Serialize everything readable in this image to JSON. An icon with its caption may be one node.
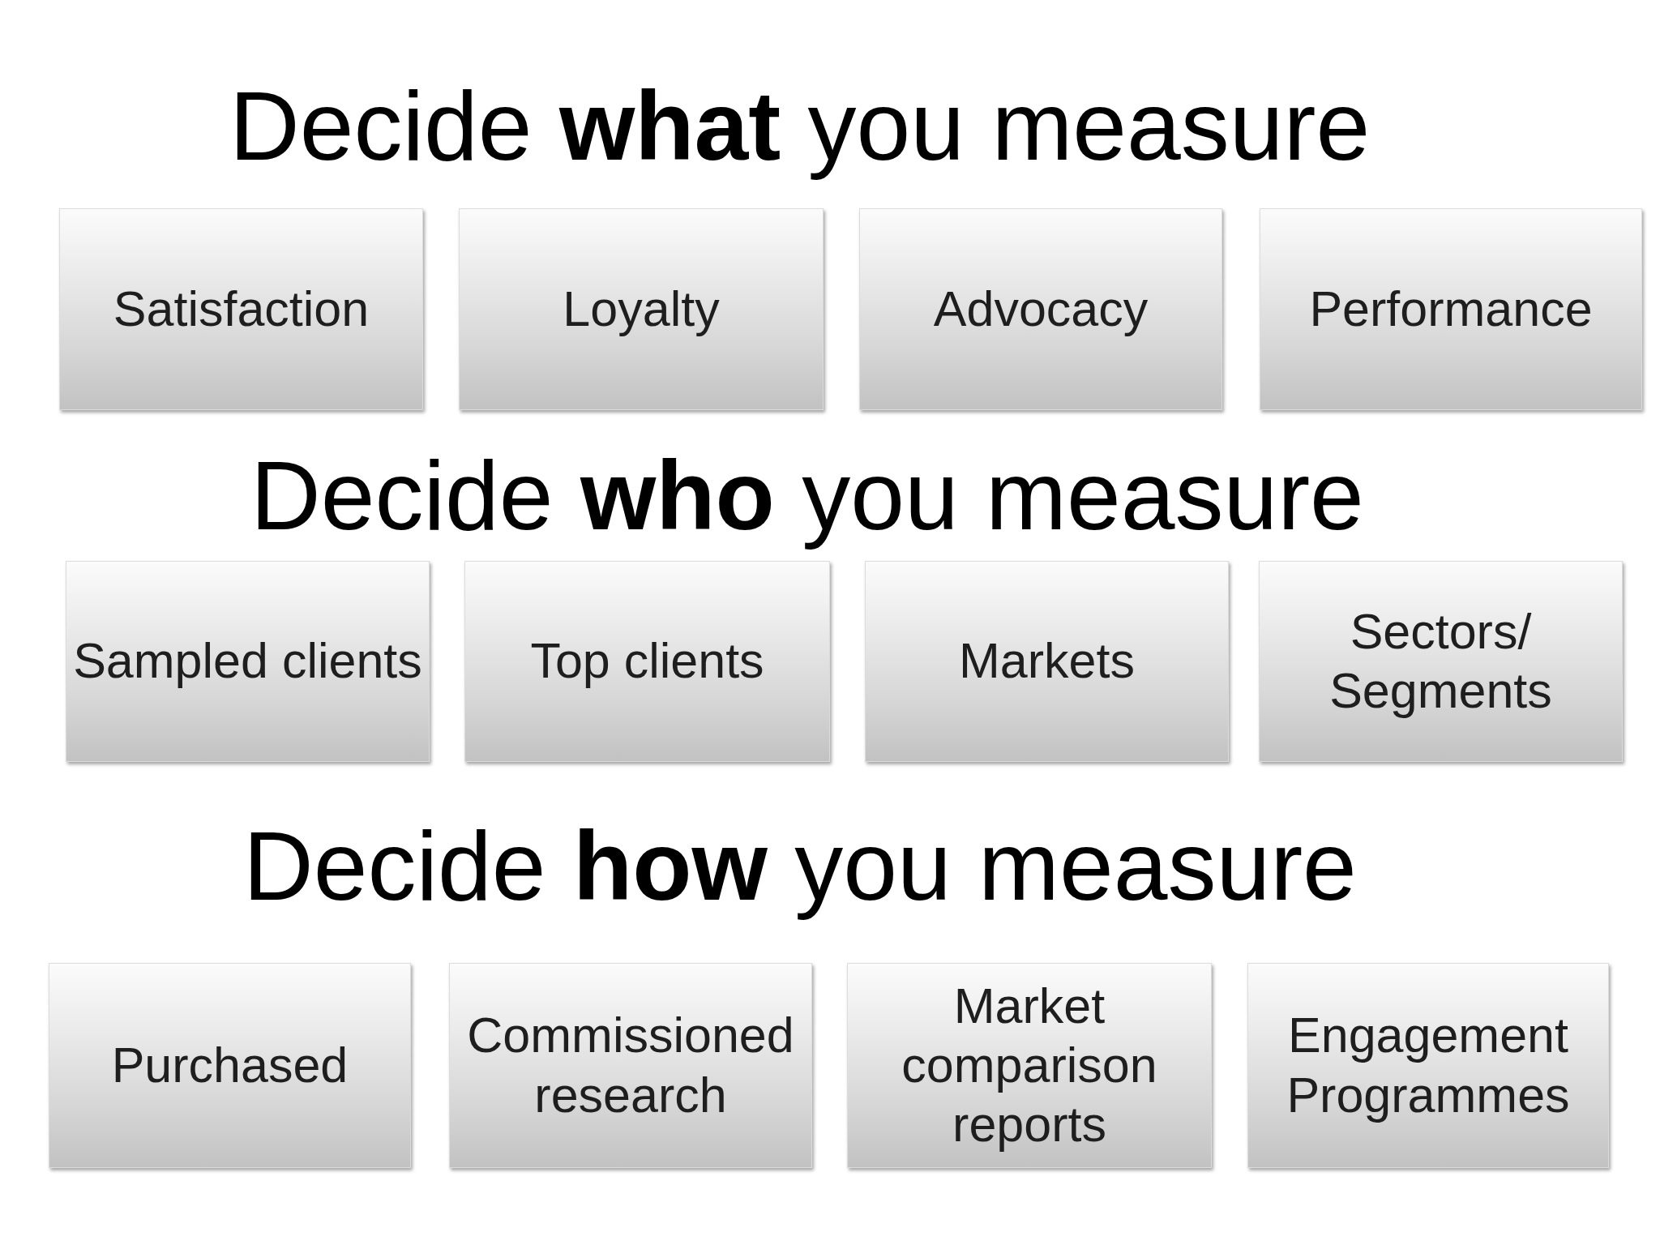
{
  "diagram": {
    "nodes": [
      {
        "text": [
          "Satisfaction"
        ]
      },
      {
        "text": [
          "Loyalty"
        ]
      },
      {
        "text": [
          "Advocacy"
        ]
      },
      {
        "text": [
          "Performance"
        ]
      },
      {
        "text": [
          "Sampled clients"
        ]
      },
      {
        "text": [
          "Top clients"
        ]
      },
      {
        "text": [
          "Markets"
        ]
      },
      {
        "text": [
          "Sectors/ Segments"
        ]
      },
      {
        "text": [
          "Purchased"
        ]
      },
      {
        "text": [
          "Commissioned research"
        ]
      },
      {
        "text": [
          "Market comparison reports"
        ]
      },
      {
        "text": [
          "Engagement Programmes"
        ]
      }
    ],
    "labels": [
      "Decide **what** you measure",
      "Decide **who** you measure",
      "Decide **how** you measure"
    ]
  }
}
